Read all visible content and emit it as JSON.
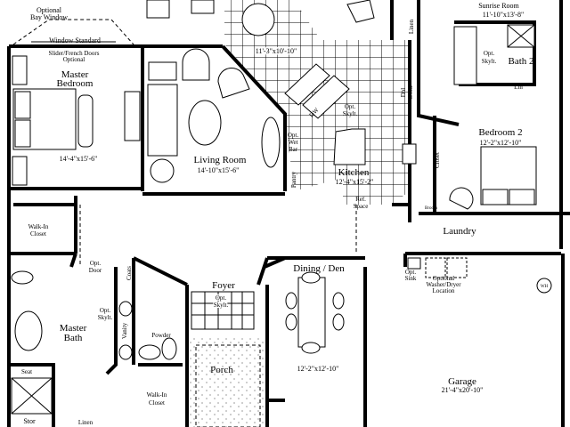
{
  "plan": {
    "bay": {
      "optional": "Optional",
      "bay_window": "Bay Window",
      "standard": "Window Standard",
      "slider": "Slider/French Doors",
      "slider_opt": "Optional"
    },
    "master_bedroom": {
      "l1": "Master",
      "l2": "Bedroom",
      "dims": "14'-4\"x15'-6\""
    },
    "living_room": {
      "label": "Living Room",
      "dims": "14'-10\"x15'-6\""
    },
    "nook": {
      "dims": "11'-3\"x10'-10\""
    },
    "sunrise_room": {
      "label": "Sunrise Room",
      "dims": "11'-10\"x13'-8\""
    },
    "linen_top": "Linen",
    "bath2": {
      "label": "Bath 2",
      "skylt1": "Opt.",
      "skylt2": "Skylt.",
      "lin": "Lin"
    },
    "kitchen": {
      "label": "Kitchen",
      "dims": "12'-4\"x15'-2\"",
      "dw": "DW",
      "skylt1": "Opt.",
      "skylt2": "Skylt.",
      "dbl": "Dbl",
      "oven": "Oven",
      "ref1": "Ref.",
      "ref2": "Space",
      "pantry": "Pantry"
    },
    "wet_bar": {
      "l1": "Opt.",
      "l2": "Wet",
      "l3": "Bar"
    },
    "bedroom2": {
      "label": "Bedroom 2",
      "dims": "12'-2\"x12'-10\"",
      "closet": "Closet",
      "broom": "Broom"
    },
    "laundry": {
      "label": "Laundry",
      "sink1": "Opt.",
      "sink2": "Sink",
      "wd1": "Optional",
      "wd2": "Washer/Dryer",
      "wd3": "Location",
      "wh": "WH"
    },
    "garage": {
      "label": "Garage",
      "dims": "21'-4\"x20'-10\""
    },
    "dining": {
      "label": "Dining / Den",
      "dims": "12'-2\"x12'-10\""
    },
    "foyer": {
      "label": "Foyer",
      "skylt1": "Opt.",
      "skylt2": "Skylt."
    },
    "porch": {
      "label": "Porch"
    },
    "powder": {
      "label": "Powder"
    },
    "walkin2": {
      "l1": "Walk-In",
      "l2": "Closet"
    },
    "walkin1": {
      "l1": "Walk-In",
      "l2": "Closet"
    },
    "master_bath": {
      "l1": "Master",
      "l2": "Bath",
      "skylt1": "Opt.",
      "skylt2": "Skylt.",
      "door1": "Opt.",
      "door2": "Door",
      "coats": "Coats",
      "vanity": "Vanity",
      "seat": "Seat",
      "stor": "Stor",
      "linen": "Linen"
    }
  }
}
